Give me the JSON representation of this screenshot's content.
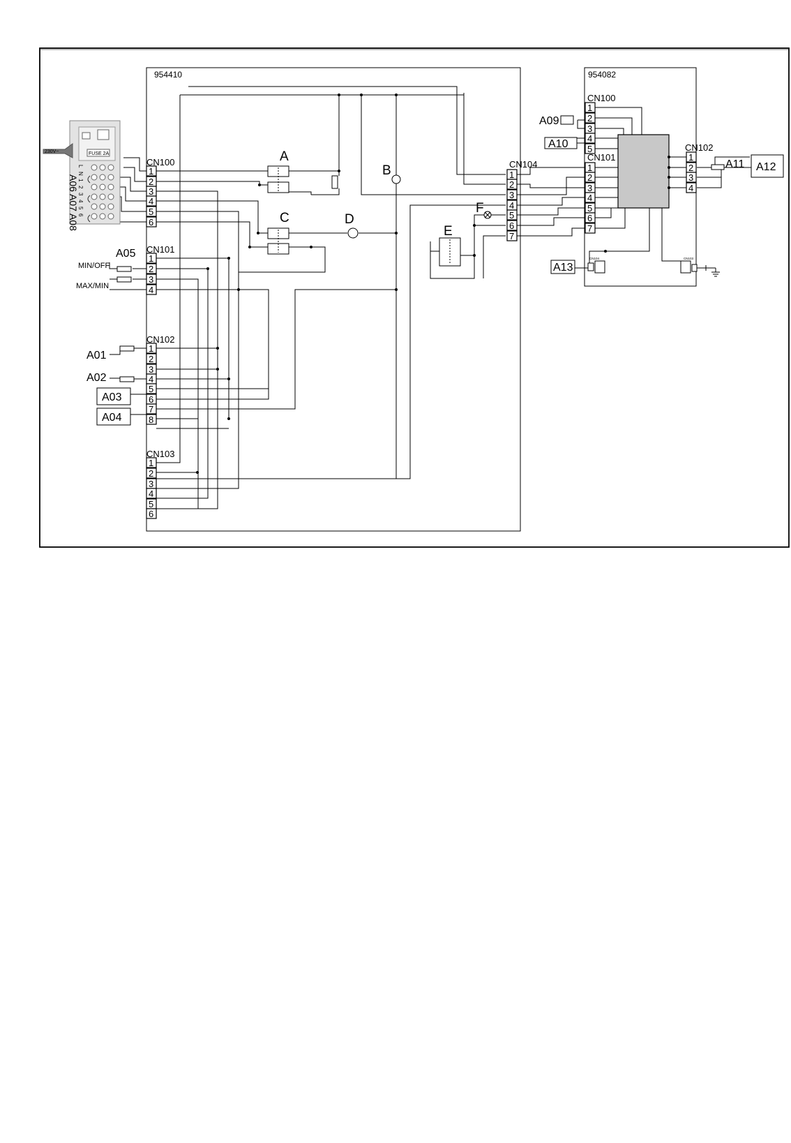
{
  "boards": {
    "main": {
      "code": "954410"
    },
    "control": {
      "code": "954082"
    }
  },
  "connectors": {
    "cn100": {
      "name": "CN100",
      "pins": [
        "1",
        "2",
        "3",
        "4",
        "5",
        "6"
      ]
    },
    "cn101": {
      "name": "CN101",
      "pins": [
        "1",
        "2",
        "3",
        "4"
      ]
    },
    "cn102": {
      "name": "CN102",
      "pins": [
        "1",
        "2",
        "3",
        "4",
        "5",
        "6",
        "7",
        "8"
      ]
    },
    "cn103": {
      "name": "CN103",
      "pins": [
        "1",
        "2",
        "3",
        "4",
        "5",
        "6"
      ]
    },
    "cn104": {
      "name": "CN104",
      "pins": [
        "1",
        "2",
        "3",
        "4",
        "5",
        "6",
        "7"
      ]
    },
    "ctrl_cn100": {
      "name": "CN100",
      "pins": [
        "1",
        "2",
        "3",
        "4",
        "5"
      ]
    },
    "ctrl_cn101": {
      "name": "CN101",
      "pins": [
        "1",
        "2",
        "3",
        "4",
        "5",
        "6",
        "7"
      ]
    },
    "ctrl_cn102": {
      "name": "CN102",
      "pins": [
        "1",
        "2",
        "3",
        "4"
      ]
    },
    "ctrl_cn103": {
      "name": "CN103"
    },
    "ctrl_cn104": {
      "name": "CN104"
    }
  },
  "components": {
    "A": "A",
    "B": "B",
    "C": "C",
    "D": "D",
    "E": "E",
    "F": "F"
  },
  "labels": {
    "a01": "A01",
    "a02": "A02",
    "a03": "A03",
    "a04": "A04",
    "a05": "A05",
    "a06": "A06",
    "a07": "A07",
    "a08": "A08",
    "a09": "A09",
    "a10": "A10",
    "a11": "A11",
    "a12": "A12",
    "a13": "A13",
    "min_off": "MIN/OFF",
    "max_min": "MAX/MIN"
  },
  "supply": {
    "voltage": "230V~",
    "fuse": "FUSE 2A",
    "terminals": [
      "L",
      "N",
      "1",
      "2",
      "3",
      "4",
      "5",
      "6"
    ]
  }
}
